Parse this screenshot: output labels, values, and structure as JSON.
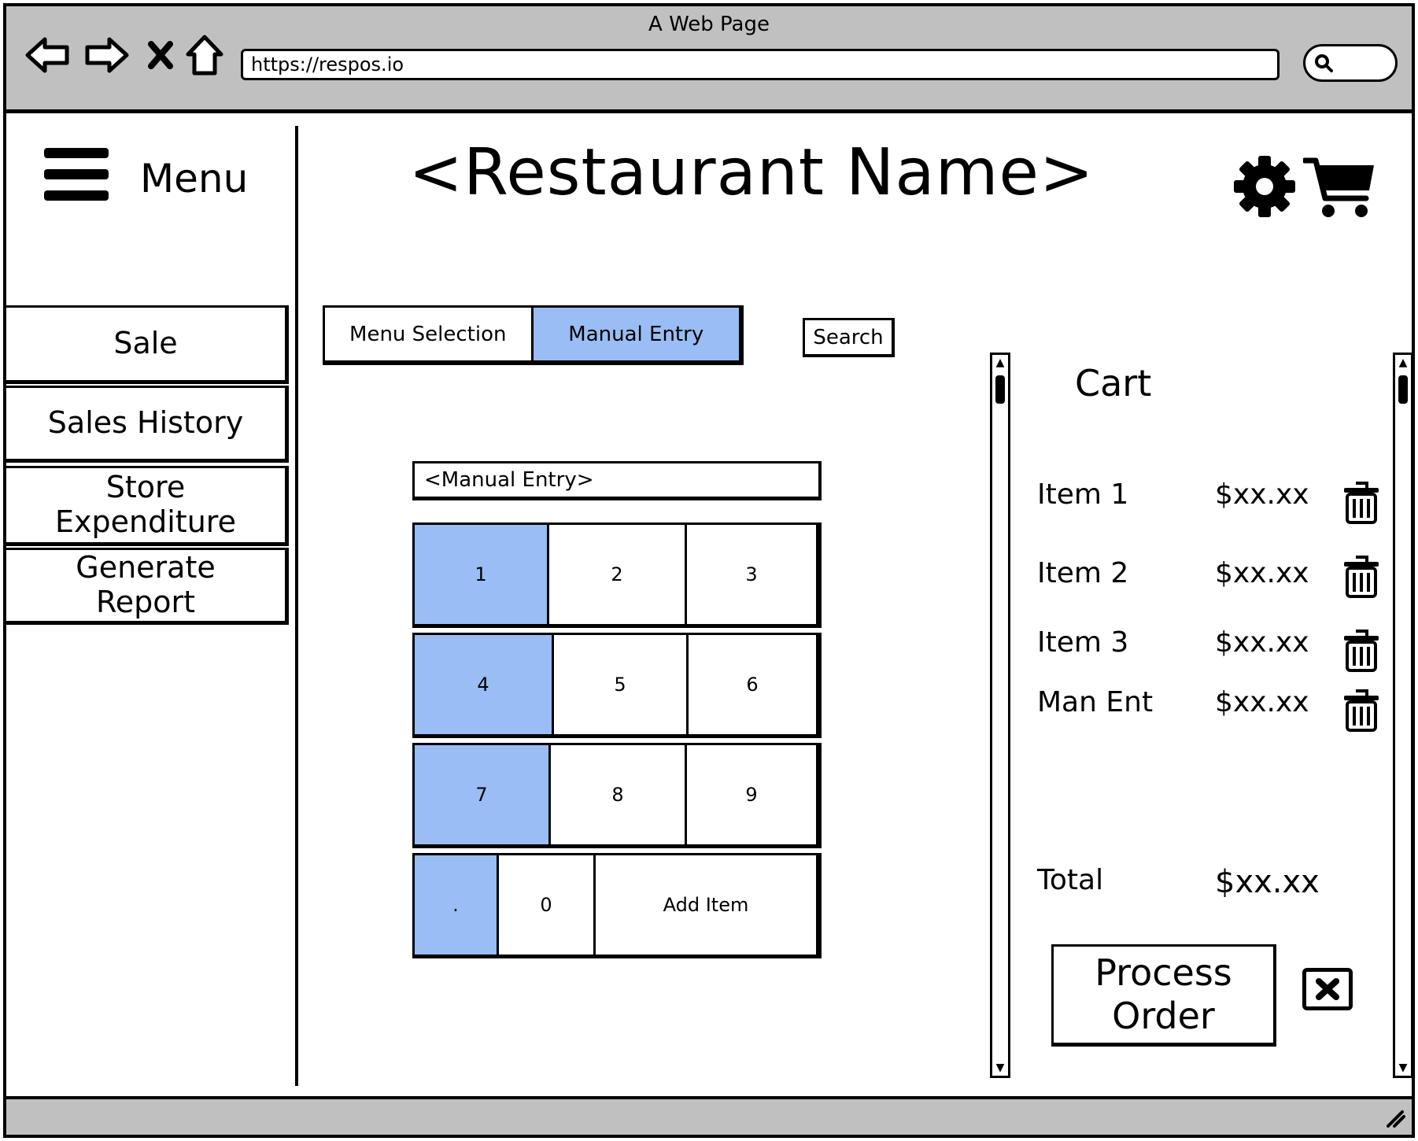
{
  "window": {
    "title": "A Web Page",
    "url": "https://respos.io"
  },
  "sidebar": {
    "menu_label": "Menu",
    "items": [
      {
        "label": "Sale"
      },
      {
        "label": "Sales History"
      },
      {
        "label": "Store\nExpenditure"
      },
      {
        "label": "Generate\nReport"
      }
    ]
  },
  "header": {
    "title": "<Restaurant Name>",
    "icons": [
      "gear-icon",
      "cart-icon"
    ]
  },
  "tabs": [
    {
      "label": "Menu Selection",
      "active": false
    },
    {
      "label": "Manual Entry",
      "active": true
    }
  ],
  "search_button": "Search",
  "manual_entry": {
    "placeholder": "<Manual Entry>",
    "keys": [
      [
        "1",
        "2",
        "3"
      ],
      [
        "4",
        "5",
        "6"
      ],
      [
        "7",
        "8",
        "9"
      ],
      [
        ".",
        "0",
        "Add Item"
      ]
    ]
  },
  "cart": {
    "title": "Cart",
    "items": [
      {
        "name": "Item 1",
        "price": "$xx.xx"
      },
      {
        "name": "Item 2",
        "price": "$xx.xx"
      },
      {
        "name": "Item 3",
        "price": "$xx.xx"
      },
      {
        "name": "Man Ent",
        "price": "$xx.xx"
      }
    ],
    "total_label": "Total",
    "total_value": "$xx.xx",
    "process_button": "Process\nOrder"
  },
  "colors": {
    "accent": "#99bdf4",
    "chrome": "#c0c0c0"
  }
}
